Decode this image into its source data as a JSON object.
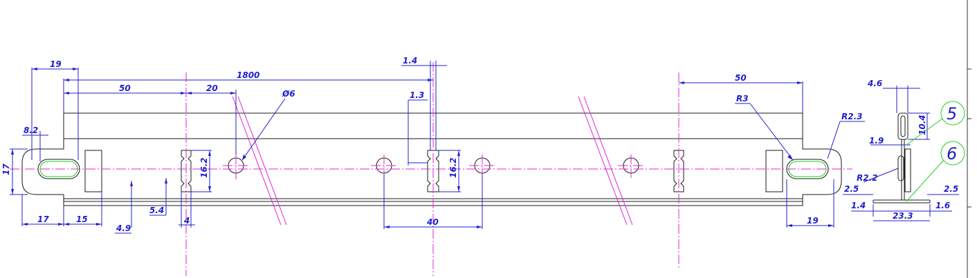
{
  "dimensions": {
    "overall_length": "1800",
    "d19_left": "19",
    "d50_left": "50",
    "d20": "20",
    "hole_dia": "Ø6",
    "d1_4_top": "1.4",
    "d1_3": "1.3",
    "d50_right": "50",
    "r3": "R3",
    "r2_3": "R2.3",
    "d8_2": "8.2",
    "d17_vert": "17",
    "d16_2_left": "16.2",
    "d16_2_mid": "16.2",
    "d5_4": "5.4",
    "d4": "4",
    "d4_9": "4.9",
    "d17_horiz": "17",
    "d15": "15",
    "d40": "40",
    "d19_right": "19",
    "d4_6": "4.6",
    "d10_4": "10.4",
    "d1_9": "1.9",
    "r2_2": "R2.2",
    "d2_5_left": "2.5",
    "d2_5_right": "2.5",
    "d1_4_bottom": "1.4",
    "d1_6": "1.6",
    "d23_3": "23.3"
  },
  "balloons": {
    "b5": "5",
    "b6": "6"
  }
}
